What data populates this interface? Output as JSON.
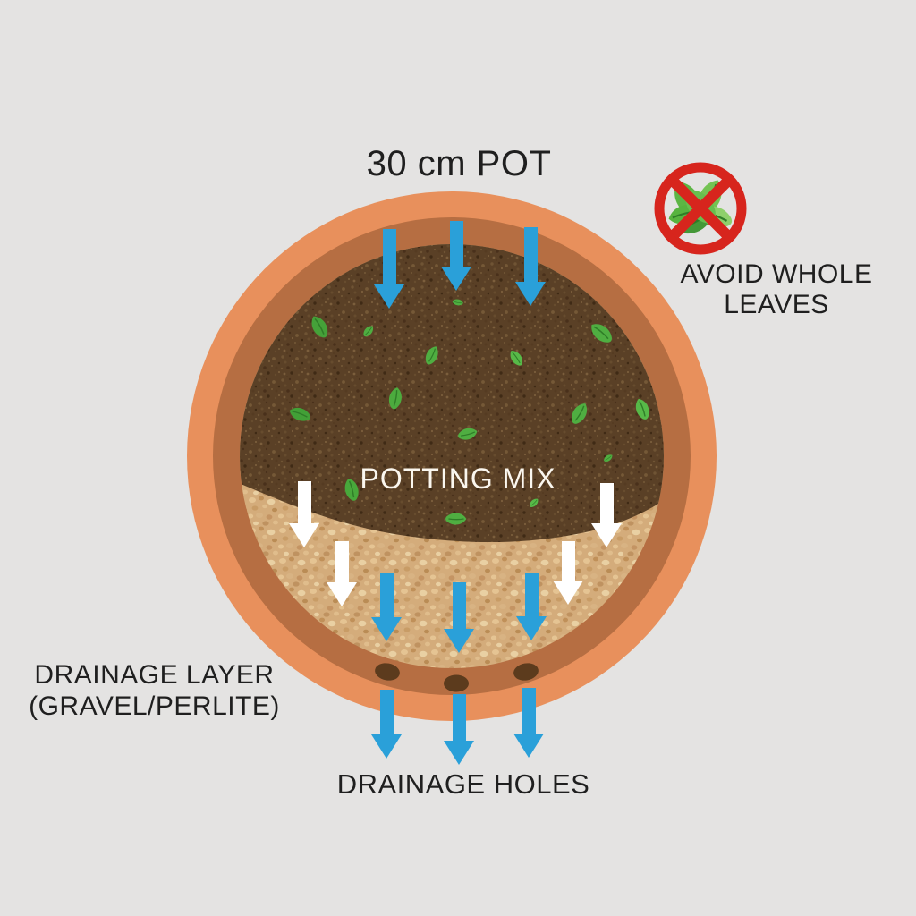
{
  "title": "30 cm POT",
  "labels": {
    "potting_mix": "POTTING MIX",
    "drainage_layer_line1": "DRAINAGE LAYER",
    "drainage_layer_line2": "(GRAVEL/PERLITE)",
    "drainage_holes": "DRAINAGE HOLES"
  },
  "avoid_note": {
    "line1": "AVOID WHOLE",
    "line2": "LEAVES",
    "icon_name": "no-whole-leaves-icon"
  },
  "diagram": {
    "subject": "cross-section of a 30 cm pot showing potting mix over a drainage layer",
    "drainage_hole_count": 3,
    "arrow_counts": {
      "top_inflow_blue": 3,
      "mix_to_drainage_white": 4,
      "through_drainage_blue": 3,
      "outflow_below_pot_blue": 3
    },
    "scattered_leaf_fragment_count": 15
  },
  "colors": {
    "background": "#E4E3E2",
    "pot_outer_rim": "#E8905C",
    "pot_inner_rim": "#B66E42",
    "potting_mix_soil": "#5A4026",
    "drainage_gravel": "#D4AC7B",
    "water_arrow_blue": "#2AA0D9",
    "water_arrow_white": "#FFFFFF",
    "leaf_green": "#4FAE41",
    "prohibition_red": "#D7251D",
    "drainage_hole_brown": "#5C3B1D",
    "text": "#1F1F1F"
  }
}
